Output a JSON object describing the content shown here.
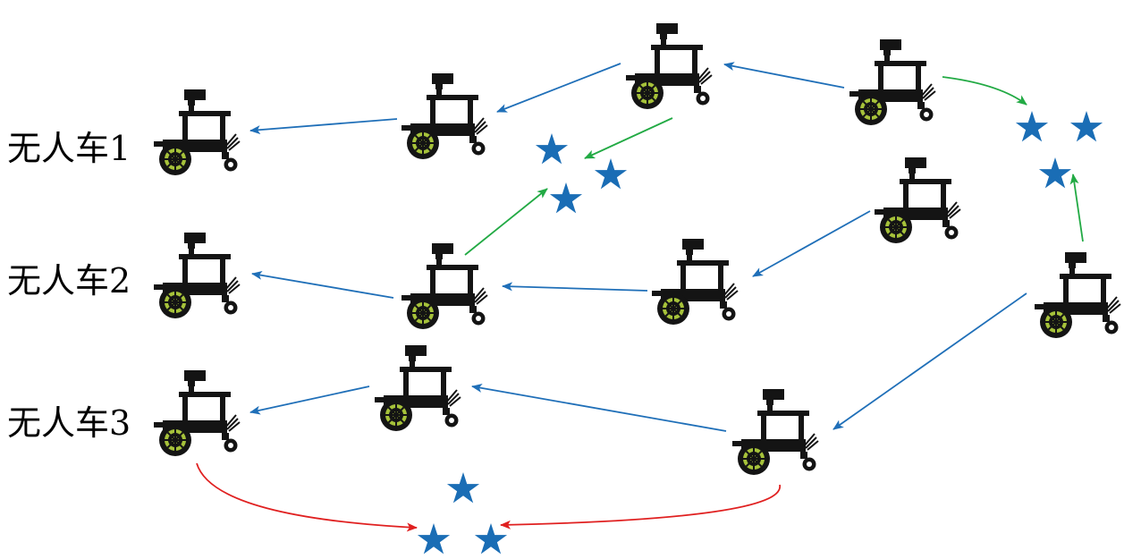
{
  "labels": {
    "vehicle_1": "无人车1",
    "vehicle_2": "无人车2",
    "vehicle_3": "无人车3"
  },
  "colors": {
    "blue_arrow": "#1f6fb8",
    "green_arrow": "#22aa44",
    "red_arrow": "#e02020",
    "star": "#1a6db5",
    "robot_body": "#141414",
    "wheel_hub": "#a6c23a"
  },
  "icons": {
    "vehicle": "robot-vehicle-icon",
    "target": "star-icon"
  }
}
